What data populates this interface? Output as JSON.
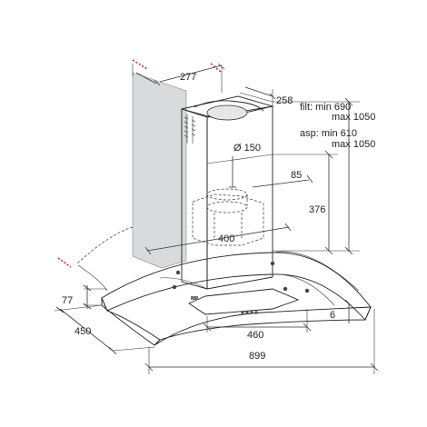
{
  "dimensions": {
    "chimney_depth": "277",
    "chimney_width": "258",
    "flue_diameter": "Ø 150",
    "offset_85": "85",
    "height_376": "376",
    "outlet_width": "400",
    "glass_thickness": "77",
    "hood_depth": "450",
    "hood_width": "899",
    "control_width": "460",
    "edge_6": "6"
  },
  "notes": {
    "filt_line1": "filt: min 690",
    "filt_line2": "max 1050",
    "asp_line1": "asp: min 610",
    "asp_line2": "max 1050"
  },
  "colors": {
    "wall_fill": "#d9dadc",
    "accent_red": "#c8282d",
    "line": "#222222"
  }
}
